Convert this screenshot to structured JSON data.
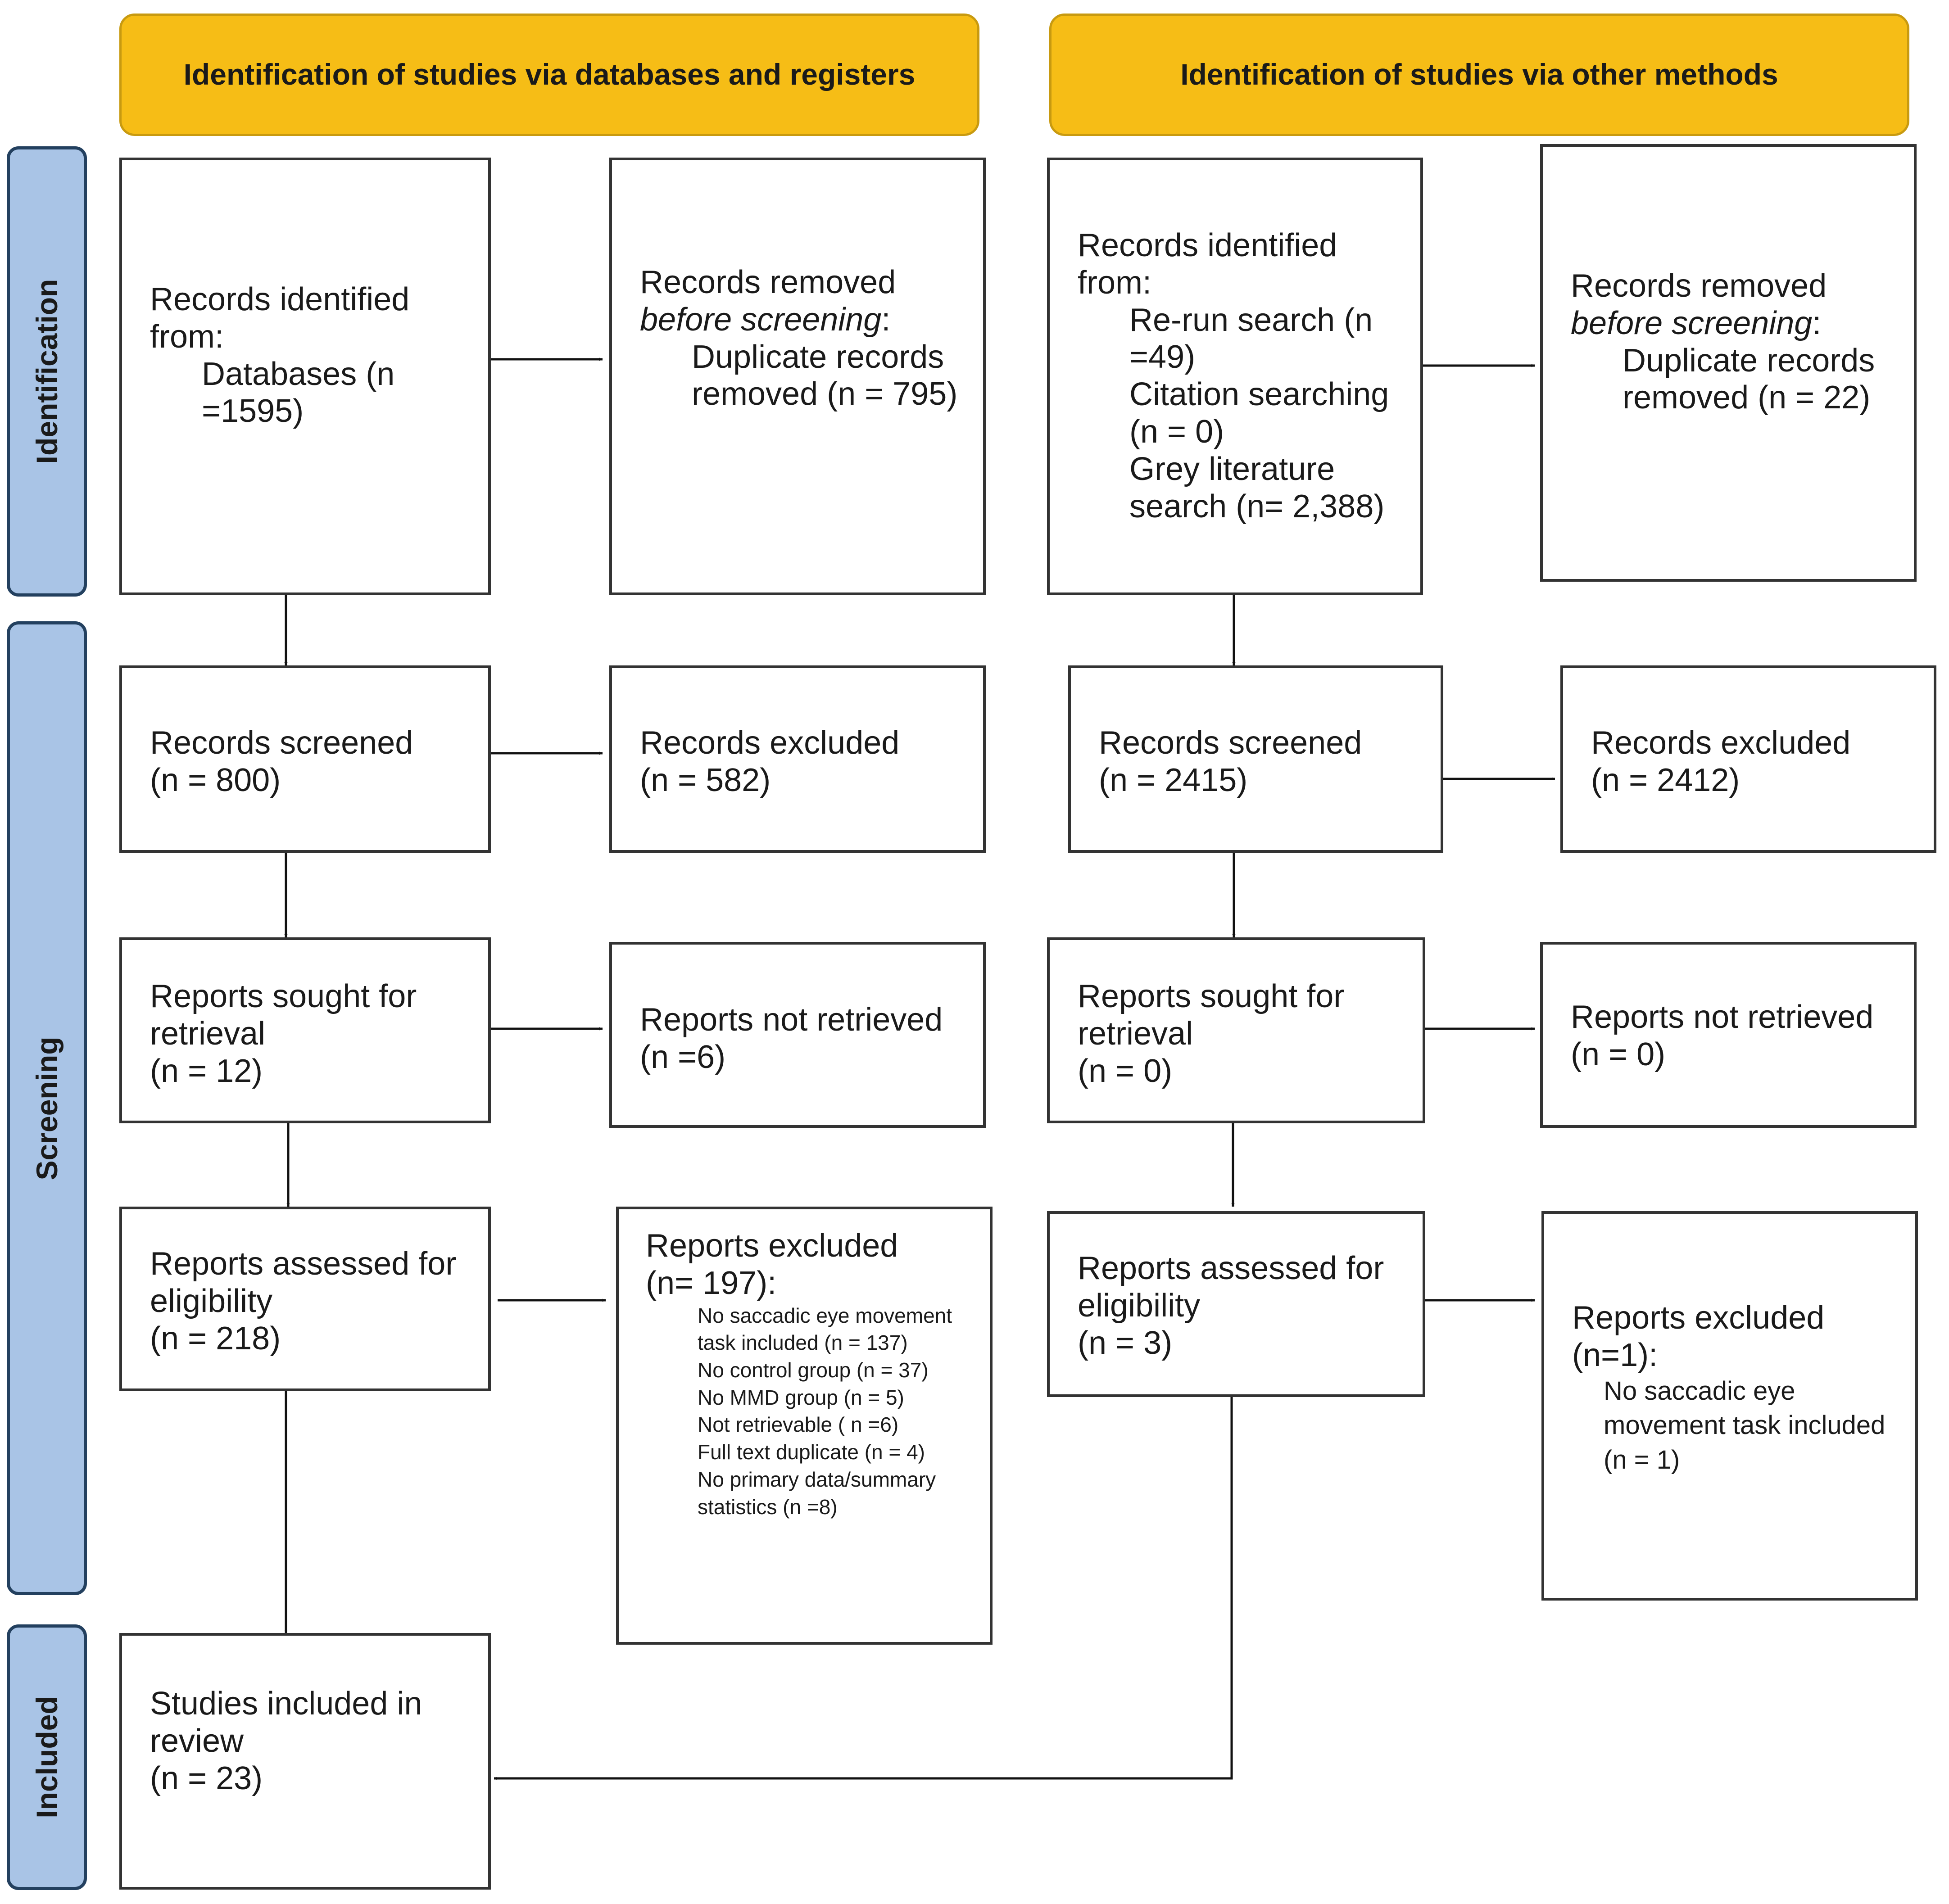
{
  "headers": {
    "databases": "Identification of studies via databases and registers",
    "other": "Identification of studies via other methods"
  },
  "phases": {
    "identification": "Identification",
    "screening": "Screening",
    "included": "Included"
  },
  "left": {
    "records_identified": {
      "title": "Records identified from:",
      "databases": "Databases (n =1595)"
    },
    "records_removed": {
      "title": "Records removed",
      "subtitle": "before screening",
      "colon": ":",
      "duplicates": "Duplicate records removed  (n = 795)"
    },
    "records_screened": {
      "title": "Records screened",
      "n": "(n = 800)"
    },
    "records_excluded": {
      "title": "Records excluded",
      "n": "(n = 582)"
    },
    "reports_sought": {
      "title": "Reports sought for retrieval",
      "n": "(n = 12)"
    },
    "reports_not_retrieved": {
      "title": "Reports not retrieved",
      "n": "(n =6)"
    },
    "reports_assessed": {
      "title": "Reports assessed for eligibility",
      "n": "(n = 218)"
    },
    "reports_excluded": {
      "title": "Reports excluded",
      "n": "(n= 197):",
      "reasons": [
        "No saccadic eye movement task included (n = 137)",
        "No control group (n = 37)",
        "No MMD group (n = 5)",
        "Not retrievable ( n =6)",
        "Full text duplicate (n = 4)",
        "No primary data/summary statistics (n =8)"
      ]
    },
    "studies_included": {
      "title": "Studies included in review",
      "n": "(n = 23)"
    }
  },
  "right": {
    "records_identified": {
      "title": "Records identified from:",
      "items": [
        "Re-run search (n =49)",
        "Citation searching (n = 0)",
        "Grey literature search (n= 2,388)"
      ]
    },
    "records_removed": {
      "title": "Records removed",
      "subtitle": "before screening",
      "colon": ":",
      "duplicates": "Duplicate records removed  (n = 22)"
    },
    "records_screened": {
      "title": "Records screened",
      "n": "(n = 2415)"
    },
    "records_excluded": {
      "title": "Records excluded",
      "n": "(n = 2412)"
    },
    "reports_sought": {
      "title": "Reports sought for retrieval",
      "n": "(n = 0)"
    },
    "reports_not_retrieved": {
      "title": "Reports not retrieved",
      "n": "(n = 0)"
    },
    "reports_assessed": {
      "title": "Reports assessed for eligibility",
      "n": "(n = 3)"
    },
    "reports_excluded": {
      "title": "Reports excluded",
      "n": "(n=1):",
      "reasons": [
        "No saccadic eye movement task included (n = 1)"
      ]
    }
  },
  "colors": {
    "header_fill": "#f6bd16",
    "phase_fill": "#a9c4e6",
    "phase_border": "#23405f",
    "box_border": "#333333"
  }
}
